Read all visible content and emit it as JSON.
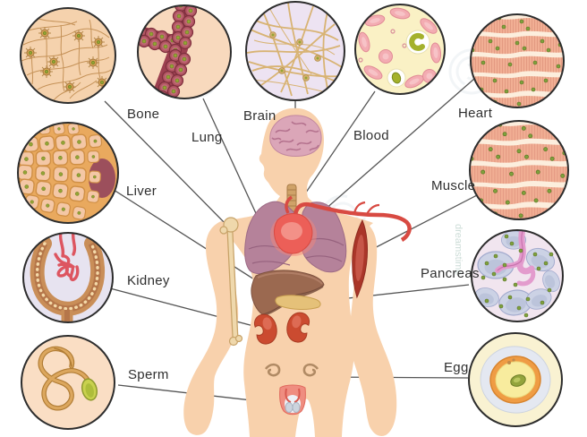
{
  "figure": {
    "watermark": "dreamstime"
  },
  "cells": [
    {
      "id": "bone",
      "label": "Bone"
    },
    {
      "id": "lung",
      "label": "Lung"
    },
    {
      "id": "brain",
      "label": "Brain"
    },
    {
      "id": "blood",
      "label": "Blood"
    },
    {
      "id": "heart",
      "label": "Heart"
    },
    {
      "id": "liver",
      "label": "Liver"
    },
    {
      "id": "muscle",
      "label": "Muscle"
    },
    {
      "id": "kidney",
      "label": "Kidney"
    },
    {
      "id": "pancreas",
      "label": "Pancreas"
    },
    {
      "id": "sperm",
      "label": "Sperm"
    },
    {
      "id": "egg",
      "label": "Egg"
    }
  ],
  "colors": {
    "background": "#ffffff",
    "skin": "#f8d1ac",
    "label_text": "#2f2f2f",
    "callout_line": "#555555",
    "circle_outline": "#2d2d2d",
    "bone_bg": "#f5d2ad",
    "lung_cells": "#b25663",
    "brain_bg": "#ede3f2",
    "blood_bg": "#faf1c5",
    "muscle_fiber": "#f1af94",
    "liver_channels": "#e9a95e",
    "kidney_bg": "#e7e3f0",
    "pancreas_lobule": "#ccd2e5",
    "sperm_bg": "#fadec4",
    "egg_bg": "#f9f2d2",
    "nucleus_green": "#94a434",
    "organ_heart": "#ec5f58",
    "organ_lungs": "#b5829a",
    "organ_liver": "#9b6950",
    "organ_kidney": "#cb4b30"
  }
}
